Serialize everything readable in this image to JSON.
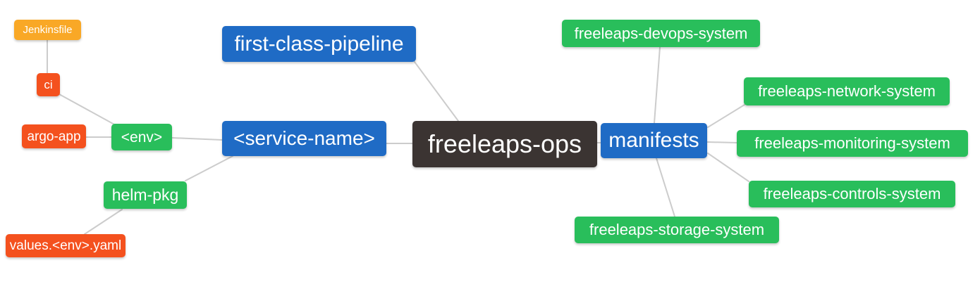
{
  "diagram": {
    "type": "mindmap",
    "colors": {
      "root_bg": "#3B3432",
      "branch_blue": "#1F6BC5",
      "leaf_green": "#29BE5B",
      "leaf_orange": "#F4511E",
      "leaf_amber": "#F9A826",
      "edge": "#CCCCCC",
      "text": "#FFFFFF",
      "background": "#FFFFFF"
    },
    "nodes": {
      "root": {
        "label": "freeleaps-ops"
      },
      "first_class_pipeline": {
        "label": "first-class-pipeline"
      },
      "service_name": {
        "label": "<service-name>"
      },
      "manifests": {
        "label": "manifests"
      },
      "env": {
        "label": "<env>"
      },
      "helm_pkg": {
        "label": "helm-pkg"
      },
      "ci": {
        "label": "ci"
      },
      "argo_app": {
        "label": "argo-app"
      },
      "jenkinsfile": {
        "label": "Jenkinsfile"
      },
      "values_env_yaml": {
        "label": "values.<env>.yaml"
      },
      "devops_system": {
        "label": "freeleaps-devops-system"
      },
      "network_system": {
        "label": "freeleaps-network-system"
      },
      "monitoring_system": {
        "label": "freeleaps-monitoring-system"
      },
      "controls_system": {
        "label": "freeleaps-controls-system"
      },
      "storage_system": {
        "label": "freeleaps-storage-system"
      }
    },
    "edges": [
      {
        "from": "Jenkinsfile",
        "to": "ci"
      },
      {
        "from": "ci",
        "to": "<env>"
      },
      {
        "from": "argo-app",
        "to": "<env>"
      },
      {
        "from": "<env>",
        "to": "<service-name>"
      },
      {
        "from": "helm-pkg",
        "to": "<service-name>"
      },
      {
        "from": "values.<env>.yaml",
        "to": "helm-pkg"
      },
      {
        "from": "first-class-pipeline",
        "to": "freeleaps-ops"
      },
      {
        "from": "<service-name>",
        "to": "freeleaps-ops"
      },
      {
        "from": "freeleaps-ops",
        "to": "manifests"
      },
      {
        "from": "manifests",
        "to": "freeleaps-devops-system"
      },
      {
        "from": "manifests",
        "to": "freeleaps-network-system"
      },
      {
        "from": "manifests",
        "to": "freeleaps-monitoring-system"
      },
      {
        "from": "manifests",
        "to": "freeleaps-controls-system"
      },
      {
        "from": "manifests",
        "to": "freeleaps-storage-system"
      }
    ]
  }
}
